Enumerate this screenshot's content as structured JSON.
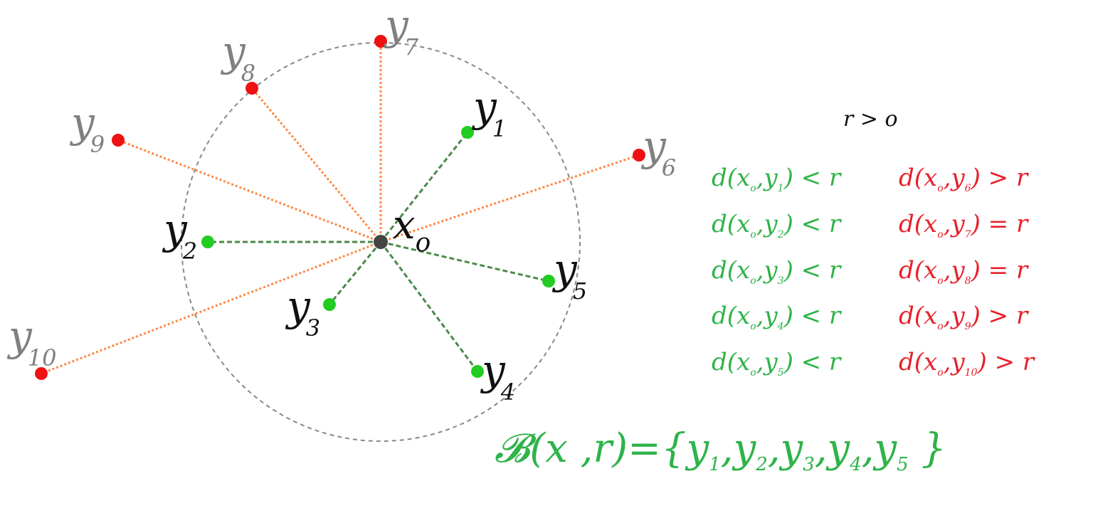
{
  "center": {
    "label": "x",
    "subscript": "o",
    "color": "#444444"
  },
  "colors": {
    "inside": "#22cc22",
    "outside": "#ee1111",
    "inside_line": "#4a8a4a",
    "outside_line": "#ff8844",
    "circle": "#888888",
    "inside_text": "#2fb34a",
    "outside_text": "#e8202a",
    "inside_label": "#111111",
    "outside_label": "#808080"
  },
  "points": [
    {
      "id": "y1",
      "label": "y",
      "subscript": "1",
      "inside": true
    },
    {
      "id": "y2",
      "label": "y",
      "subscript": "2",
      "inside": true
    },
    {
      "id": "y3",
      "label": "y",
      "subscript": "3",
      "inside": true
    },
    {
      "id": "y4",
      "label": "y",
      "subscript": "4",
      "inside": true
    },
    {
      "id": "y5",
      "label": "y",
      "subscript": "5",
      "inside": true
    },
    {
      "id": "y6",
      "label": "y",
      "subscript": "6",
      "inside": false
    },
    {
      "id": "y7",
      "label": "y",
      "subscript": "7",
      "inside": false
    },
    {
      "id": "y8",
      "label": "y",
      "subscript": "8",
      "inside": false
    },
    {
      "id": "y9",
      "label": "y",
      "subscript": "9",
      "inside": false
    },
    {
      "id": "y10",
      "label": "y",
      "subscript": "10",
      "inside": false
    }
  ],
  "condition": "r > o",
  "green_conditions": [
    {
      "pre": "d(x",
      "s1": "o",
      "mid": ",y",
      "s2": "1",
      "post": ") < r"
    },
    {
      "pre": "d(x",
      "s1": "o",
      "mid": ",y",
      "s2": "2",
      "post": ") < r"
    },
    {
      "pre": "d(x",
      "s1": "o",
      "mid": ",y",
      "s2": "3",
      "post": ") < r"
    },
    {
      "pre": "d(x",
      "s1": "o",
      "mid": ",y",
      "s2": "4",
      "post": ") < r"
    },
    {
      "pre": "d(x",
      "s1": "o",
      "mid": ",y",
      "s2": "5",
      "post": ") < r"
    }
  ],
  "red_conditions": [
    {
      "pre": "d(x",
      "s1": "o",
      "mid": ",y",
      "s2": "6",
      "post": ") > r"
    },
    {
      "pre": "d(x",
      "s1": "o",
      "mid": ",y",
      "s2": "7",
      "post": ") = r"
    },
    {
      "pre": "d(x",
      "s1": "o",
      "mid": ",y",
      "s2": "8",
      "post": ") = r"
    },
    {
      "pre": "d(x",
      "s1": "o",
      "mid": ",y",
      "s2": "9",
      "post": ") > r"
    },
    {
      "pre": "d(x",
      "s1": "o",
      "mid": ",y",
      "s2": "10",
      "post": ") > r"
    }
  ],
  "formula": {
    "prefix": "𝓑(x ,r)={",
    "items": [
      {
        "t": "y",
        "s": "1"
      },
      {
        "t": ",y",
        "s": "2"
      },
      {
        "t": ",y",
        "s": "3"
      },
      {
        "t": ",y",
        "s": "4"
      },
      {
        "t": ",y",
        "s": "5"
      }
    ],
    "suffix": " }"
  }
}
